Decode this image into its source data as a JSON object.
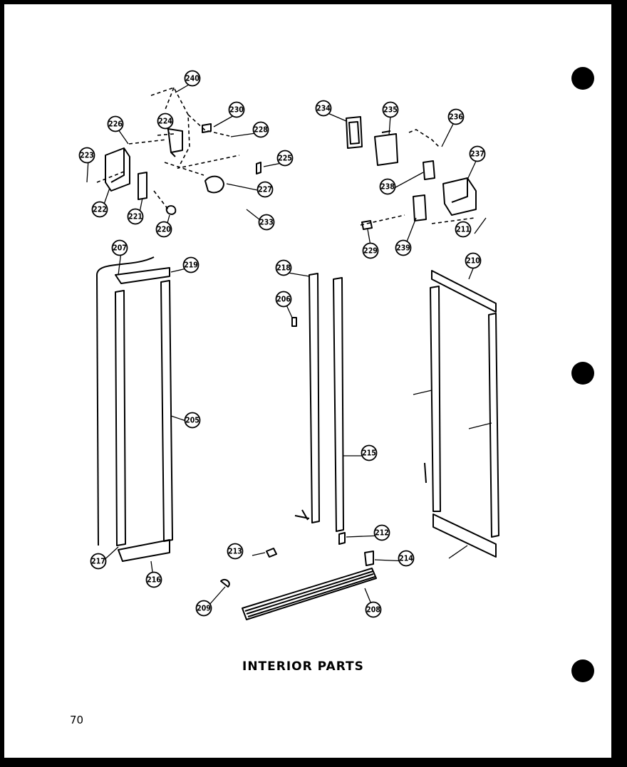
{
  "title": "INTERIOR PARTS",
  "page_number": "70",
  "callouts": [
    "240",
    "230",
    "228",
    "224",
    "226",
    "223",
    "222",
    "221",
    "220",
    "225",
    "227",
    "233",
    "234",
    "235",
    "236",
    "237",
    "238",
    "239",
    "229",
    "211",
    "207",
    "219",
    "218",
    "206",
    "205",
    "217",
    "216",
    "215",
    "213",
    "212",
    "214",
    "209",
    "208",
    "210"
  ]
}
